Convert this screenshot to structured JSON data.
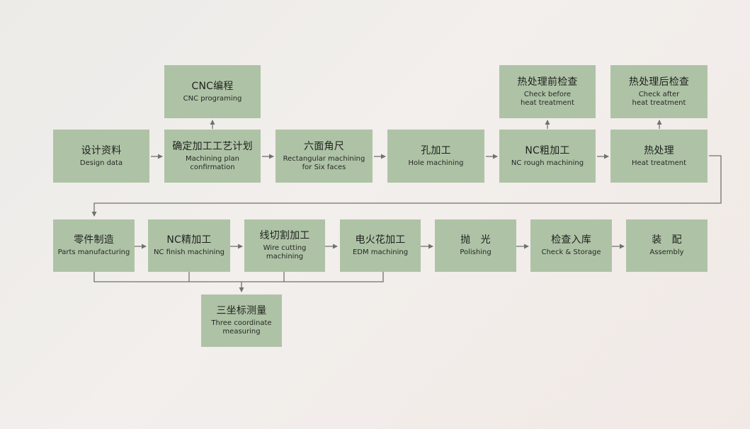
{
  "nodes": {
    "design_data": {
      "zh": "设计资料",
      "en": "Design data"
    },
    "machining_plan": {
      "zh": "确定加工工艺计划",
      "en": "Machining plan\nconfirmation"
    },
    "cnc_programming": {
      "zh": "CNC编程",
      "en": "CNC programing"
    },
    "six_faces": {
      "zh": "六面角尺",
      "en": "Rectangular machining\nfor Six faces"
    },
    "hole_machining": {
      "zh": "孔加工",
      "en": "Hole machining"
    },
    "nc_rough": {
      "zh": "NC粗加工",
      "en": "NC rough machining"
    },
    "check_before": {
      "zh": "热处理前检查",
      "en": "Check before\nheat treatment"
    },
    "heat_treatment": {
      "zh": "热处理",
      "en": "Heat treatment"
    },
    "check_after": {
      "zh": "热处理后检查",
      "en": "Check after\nheat treatment"
    },
    "parts_manufacturing": {
      "zh": "零件制造",
      "en": "Parts manufacturing"
    },
    "nc_finish": {
      "zh": "NC精加工",
      "en": "NC finish machining"
    },
    "wire_cutting": {
      "zh": "线切割加工",
      "en": "Wire cutting\nmachining"
    },
    "edm": {
      "zh": "电火花加工",
      "en": "EDM machining"
    },
    "polishing": {
      "zh": "抛　光",
      "en": "Polishing"
    },
    "check_storage": {
      "zh": "检查入库",
      "en": "Check & Storage"
    },
    "assembly": {
      "zh": "装　配",
      "en": "Assembly"
    },
    "three_coordinate": {
      "zh": "三坐标测量",
      "en": "Three coordinate\nmeasuring"
    }
  },
  "colors": {
    "box_fill": "#aec3a6",
    "connector": "#6f736f",
    "text": "#1f211f"
  }
}
